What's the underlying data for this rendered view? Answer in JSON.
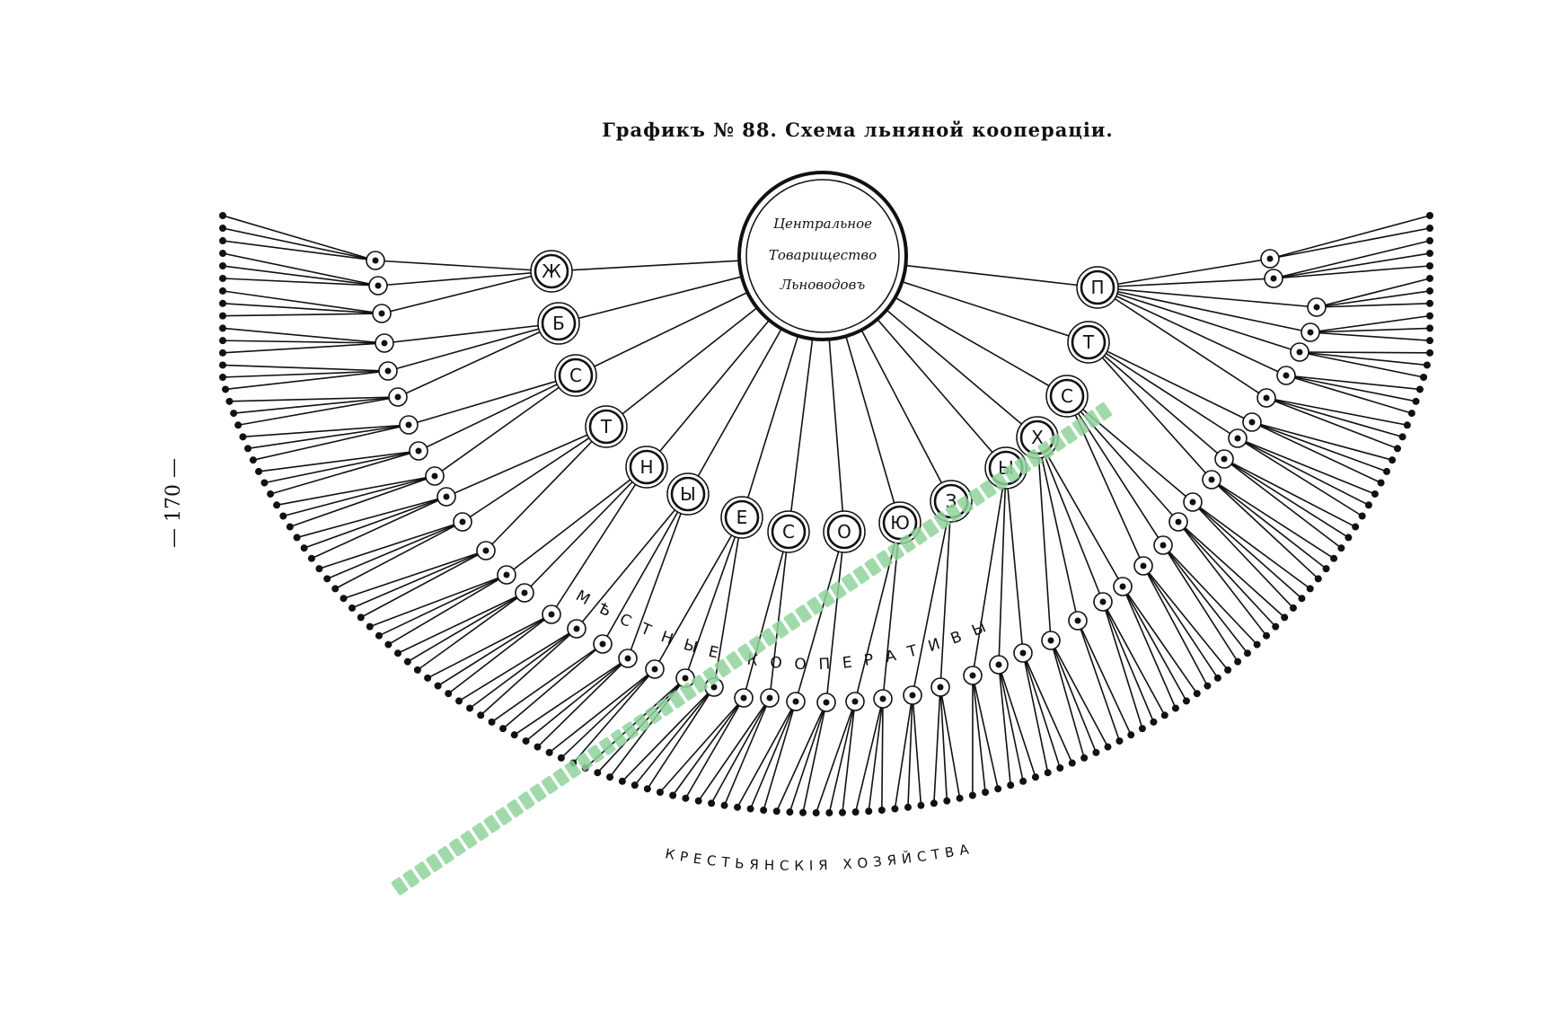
{
  "page_number": "— 170 —",
  "title": "Графикъ № 88. Схема льняной кооперацiи.",
  "hub": {
    "lines": [
      "Центральное",
      "Товарищество",
      "Льноводовъ"
    ]
  },
  "unions": {
    "left_letters": [
      "Ж",
      "Б",
      "С",
      "Т",
      "Н",
      "Ы",
      "Е"
    ],
    "center_letters": [
      "С",
      "О"
    ],
    "right_letters": [
      "Ю",
      "З",
      "Ы",
      "Х",
      "С",
      "Т",
      "П"
    ]
  },
  "local_label": "МѢСТНЫЕ КООПЕРАТИВЫ",
  "peasant_label": "КРЕСТЬЯНСКIЯ ХОЗЯЙСТВА",
  "colors": {
    "ink": "#111111",
    "watermark": "#8fd49c"
  }
}
